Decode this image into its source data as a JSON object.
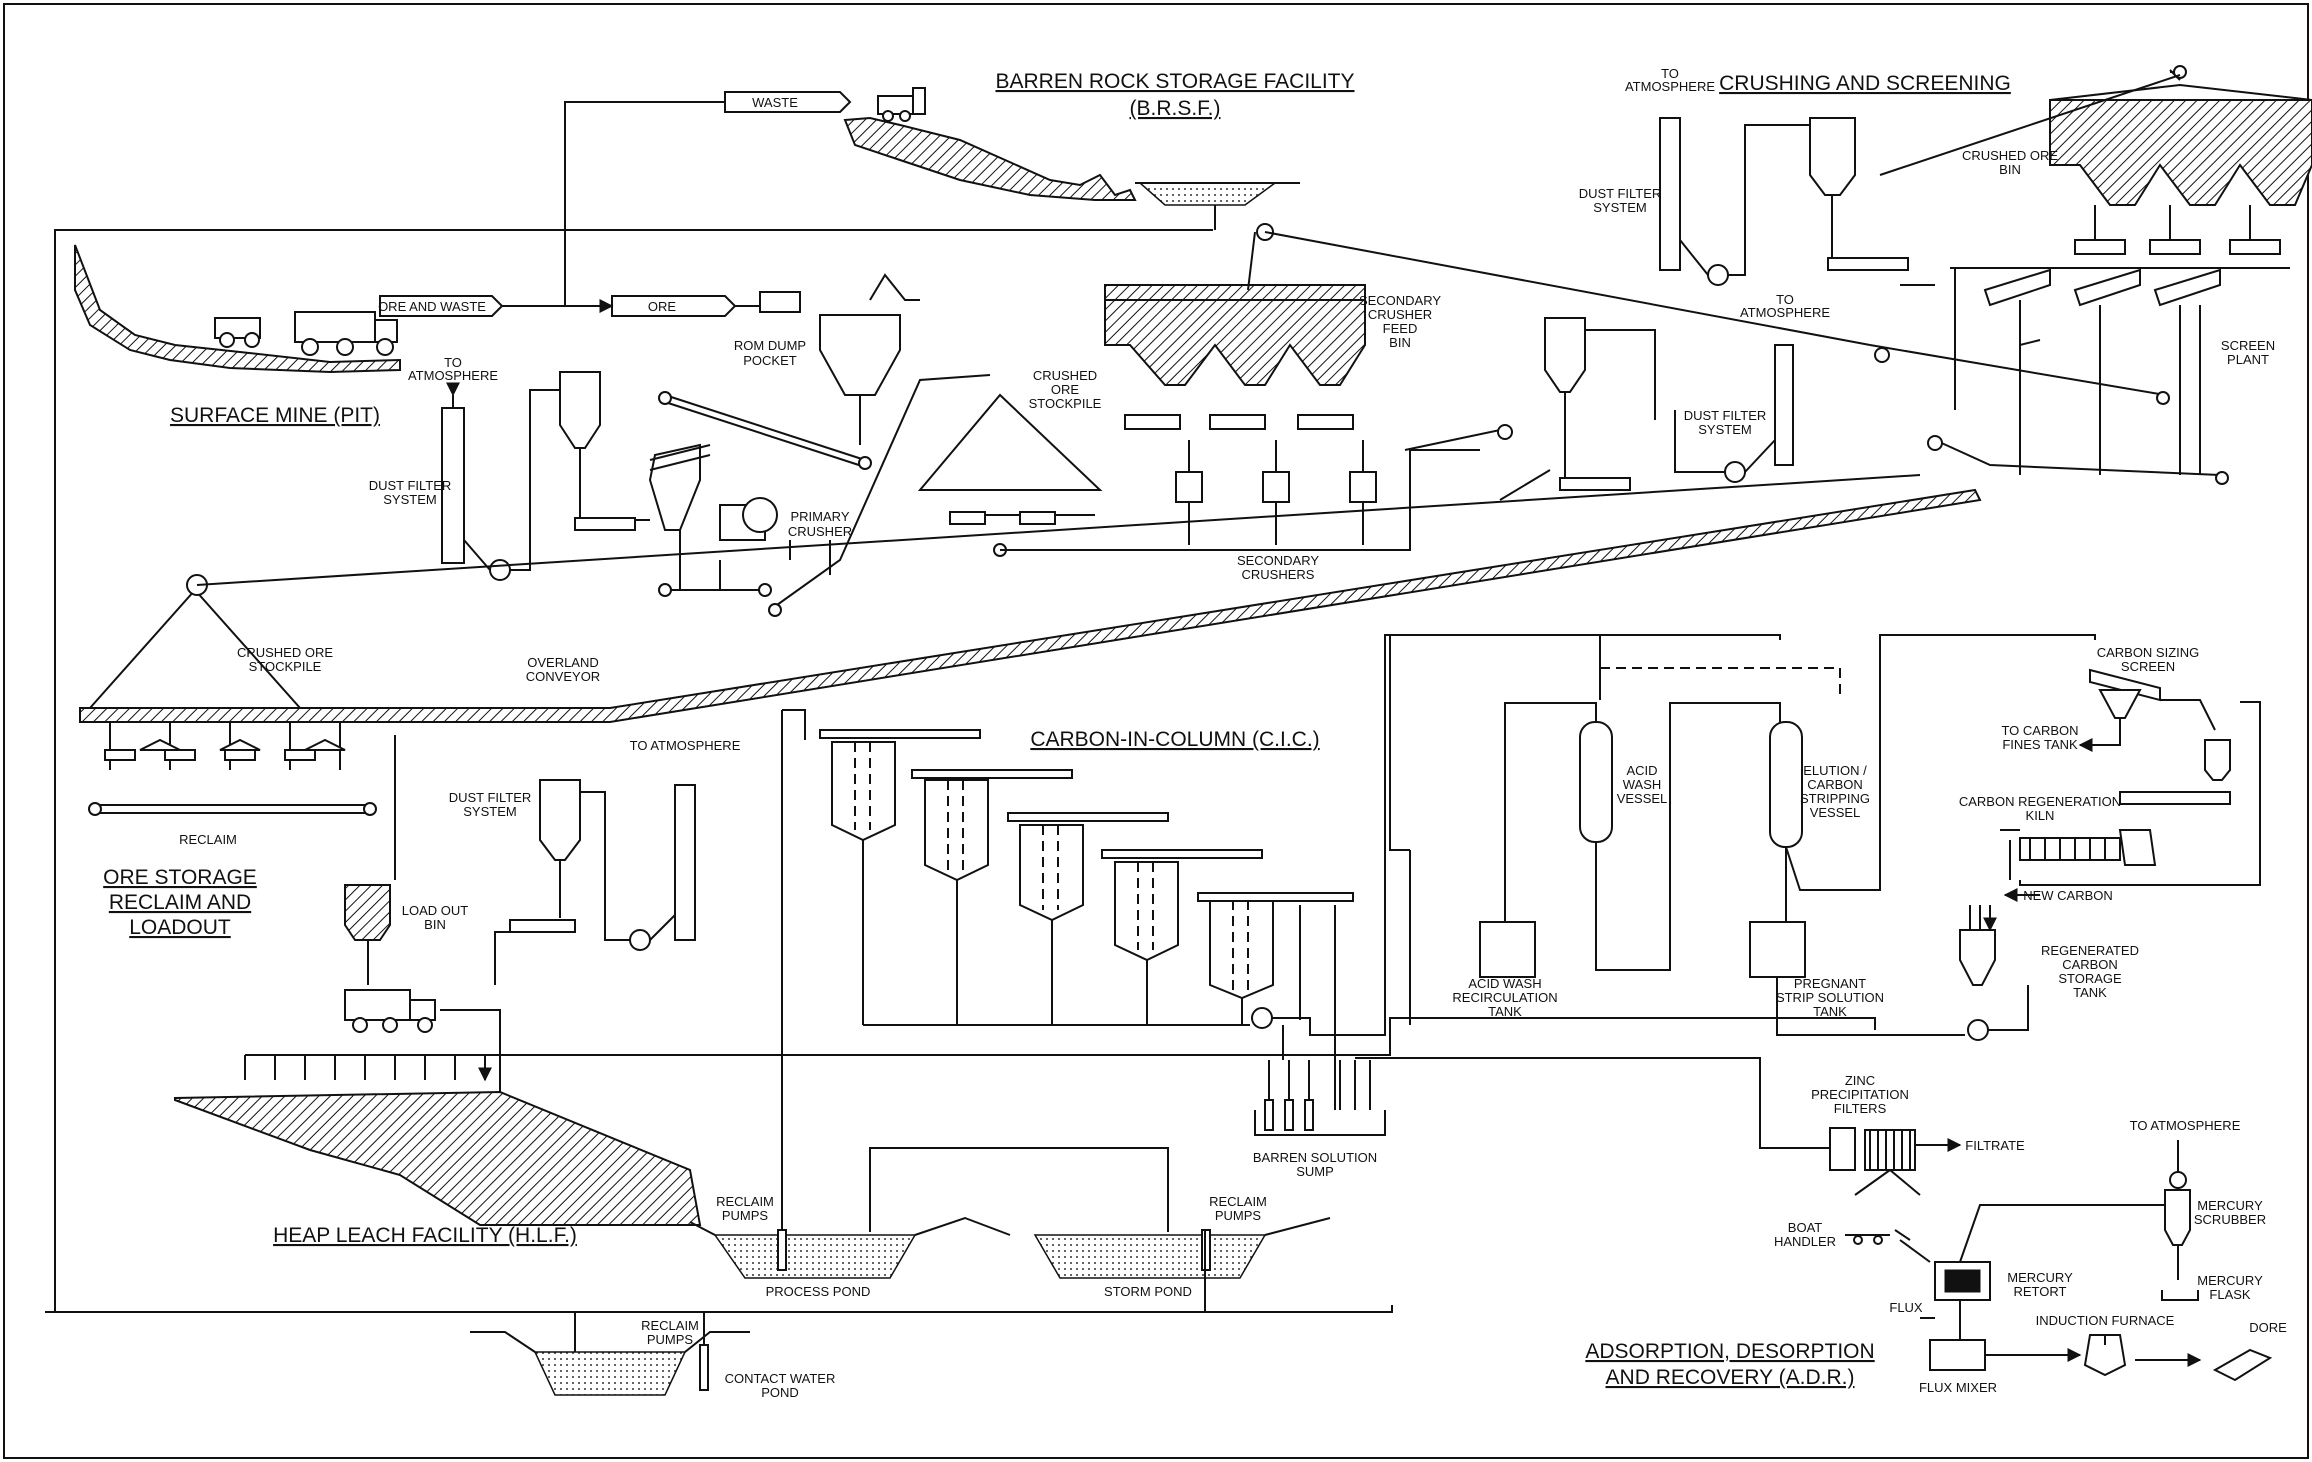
{
  "areas": {
    "brsf": {
      "line1": "BARREN ROCK STORAGE FACILITY",
      "line2": "(B.R.S.F.)"
    },
    "crushing": "CRUSHING AND SCREENING",
    "mine": "SURFACE MINE (PIT)",
    "cic": "CARBON-IN-COLUMN (C.I.C.)",
    "ore_storage": {
      "line1": "ORE STORAGE",
      "line2": "RECLAIM AND",
      "line3": "LOADOUT"
    },
    "hlf": "HEAP LEACH FACILITY (H.L.F.)",
    "adr": {
      "line1": "ADSORPTION, DESORPTION",
      "line2": "AND RECOVERY (A.D.R.)"
    }
  },
  "flow_tags": {
    "waste": "WASTE",
    "ore_and_waste": "ORE AND WASTE",
    "ore": "ORE"
  },
  "labels": {
    "to_atm_top": {
      "l1": "TO",
      "l2": "ATMOSPHERE"
    },
    "dust_filter_cs": {
      "l1": "DUST FILTER",
      "l2": "SYSTEM"
    },
    "crushed_ore_bin": {
      "l1": "CRUSHED ORE",
      "l2": "BIN"
    },
    "to_atm_mid": {
      "l1": "TO",
      "l2": "ATMOSPHERE"
    },
    "dust_filter_mid": {
      "l1": "DUST FILTER",
      "l2": "SYSTEM"
    },
    "screen_plant": {
      "l1": "SCREEN",
      "l2": "PLANT"
    },
    "secondary_feed_bin": {
      "l1": "SECONDARY",
      "l2": "CRUSHER",
      "l3": "FEED",
      "l4": "BIN"
    },
    "crushed_ore_stockpile_mid": {
      "l1": "CRUSHED",
      "l2": "ORE",
      "l3": "STOCKPILE"
    },
    "secondary_crushers": {
      "l1": "SECONDARY",
      "l2": "CRUSHERS"
    },
    "rom_dump": {
      "l1": "ROM DUMP",
      "l2": "POCKET"
    },
    "to_atm_left": {
      "l1": "TO",
      "l2": "ATMOSPHERE"
    },
    "dust_filter_left": {
      "l1": "DUST FILTER",
      "l2": "SYSTEM"
    },
    "primary_crusher": {
      "l1": "PRIMARY",
      "l2": "CRUSHER"
    },
    "crushed_ore_stockpile_low": {
      "l1": "CRUSHED ORE",
      "l2": "STOCKPILE"
    },
    "overland": {
      "l1": "OVERLAND",
      "l2": "CONVEYOR"
    },
    "reclaim": "RECLAIM",
    "dust_filter_low": {
      "l1": "DUST FILTER",
      "l2": "SYSTEM"
    },
    "to_atm_low": "TO ATMOSPHERE",
    "load_out_bin": {
      "l1": "LOAD OUT",
      "l2": "BIN"
    },
    "acid_wash_vessel": {
      "l1": "ACID",
      "l2": "WASH",
      "l3": "VESSEL"
    },
    "elution_vessel": {
      "l1": "ELUTION /",
      "l2": "CARBON",
      "l3": "STRIPPING",
      "l4": "VESSEL"
    },
    "acid_wash_tank": {
      "l1": "ACID WASH",
      "l2": "RECIRCULATION",
      "l3": "TANK"
    },
    "pregnant_tank": {
      "l1": "PREGNANT",
      "l2": "STRIP SOLUTION",
      "l3": "TANK"
    },
    "carbon_sizing": {
      "l1": "CARBON SIZING",
      "l2": "SCREEN"
    },
    "to_carbon_fines": {
      "l1": "TO CARBON",
      "l2": "FINES TANK"
    },
    "carbon_regen_kiln": {
      "l1": "CARBON REGENERATION",
      "l2": "KILN"
    },
    "new_carbon": "NEW CARBON",
    "regen_carbon_tank": {
      "l1": "REGENERATED",
      "l2": "CARBON",
      "l3": "STORAGE",
      "l4": "TANK"
    },
    "barren_sump": {
      "l1": "BARREN SOLUTION",
      "l2": "SUMP"
    },
    "reclaim_pumps_a": {
      "l1": "RECLAIM",
      "l2": "PUMPS"
    },
    "reclaim_pumps_b": {
      "l1": "RECLAIM",
      "l2": "PUMPS"
    },
    "process_pond": "PROCESS POND",
    "storm_pond": "STORM POND",
    "reclaim_pumps_c": {
      "l1": "RECLAIM",
      "l2": "PUMPS"
    },
    "contact_pond": {
      "l1": "CONTACT WATER",
      "l2": "POND"
    },
    "zinc_filters": {
      "l1": "ZINC",
      "l2": "PRECIPITATION",
      "l3": "FILTERS"
    },
    "filtrate": "FILTRATE",
    "boat_handler": {
      "l1": "BOAT",
      "l2": "HANDLER"
    },
    "to_atm_adr": "TO ATMOSPHERE",
    "mercury_scrubber": {
      "l1": "MERCURY",
      "l2": "SCRUBBER"
    },
    "mercury_retort": {
      "l1": "MERCURY",
      "l2": "RETORT"
    },
    "mercury_flask": {
      "l1": "MERCURY",
      "l2": "FLASK"
    },
    "flux": "FLUX",
    "induction_furnace": "INDUCTION FURNACE",
    "dore": "DORE",
    "flux_mixer": "FLUX MIXER"
  }
}
